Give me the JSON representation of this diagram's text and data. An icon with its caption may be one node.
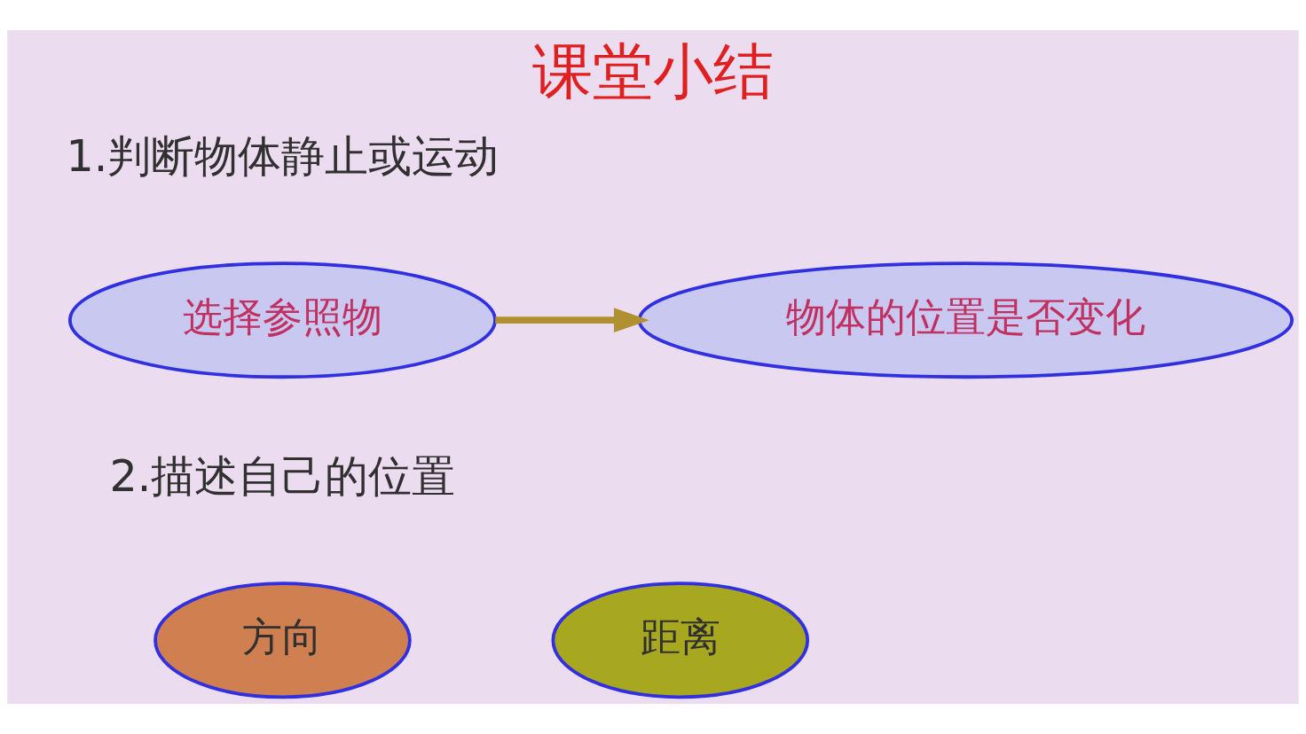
{
  "diagram": {
    "title": "课堂小结",
    "nodes": [
      {
        "text": [
          "选择参照物"
        ]
      },
      {
        "text": [
          "物体的位置是否变化"
        ]
      },
      {
        "text": [
          "方向"
        ]
      },
      {
        "text": [
          "距离"
        ]
      }
    ],
    "edges": [
      {
        "from": 0,
        "to": 1,
        "arrow": "to"
      }
    ],
    "labels": [
      "1.判断物体静止或运动",
      "2.描述自己的位置"
    ]
  }
}
